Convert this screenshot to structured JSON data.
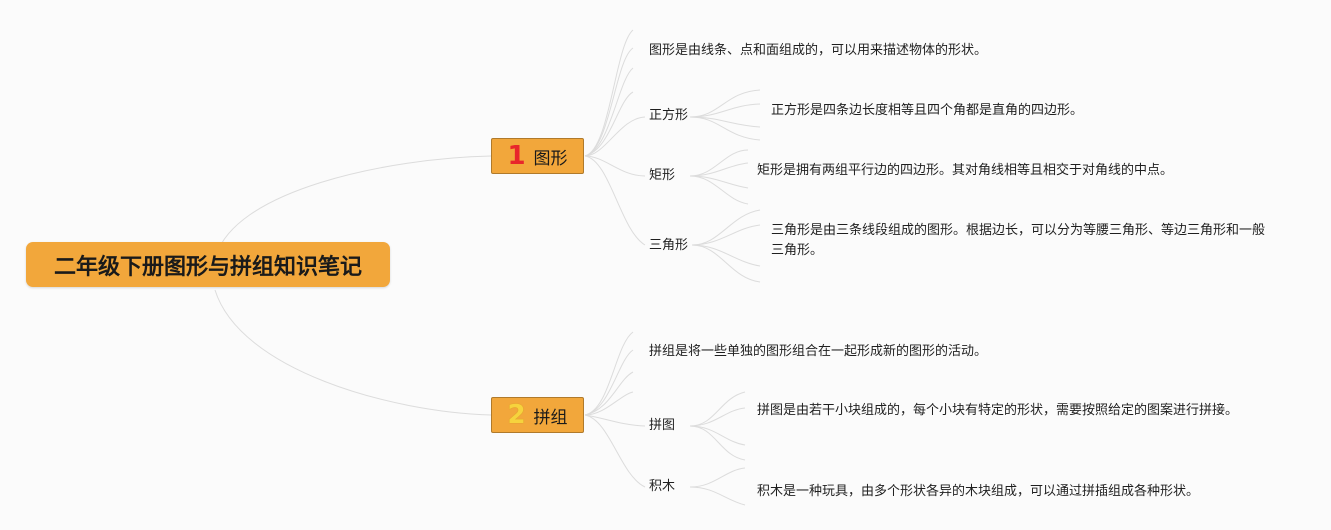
{
  "root": {
    "title": "二年级下册图形与拼组知识笔记"
  },
  "branches": [
    {
      "number": "1",
      "label": "图形",
      "desc": "图形是由线条、点和面组成的，可以用来描述物体的形状。",
      "children": [
        {
          "label": "正方形",
          "desc": "正方形是四条边长度相等且四个角都是直角的四边形。"
        },
        {
          "label": "矩形",
          "desc": "矩形是拥有两组平行边的四边形。其对角线相等且相交于对角线的中点。"
        },
        {
          "label": "三角形",
          "desc": "三角形是由三条线段组成的图形。根据边长，可以分为等腰三角形、等边三角形和一般三角形。"
        }
      ]
    },
    {
      "number": "2",
      "label": "拼组",
      "desc": "拼组是将一些单独的图形组合在一起形成新的图形的活动。",
      "children": [
        {
          "label": "拼图",
          "desc": "拼图是由若干小块组成的，每个小块有特定的形状，需要按照给定的图案进行拼接。"
        },
        {
          "label": "积木",
          "desc": "积木是一种玩具，由多个形状各异的木块组成，可以通过拼插组成各种形状。"
        }
      ]
    }
  ],
  "colors": {
    "node_fill": "#f2a73b",
    "link": "#d9d9d9",
    "number1": "#e8262b",
    "number2": "#f6d33d"
  }
}
